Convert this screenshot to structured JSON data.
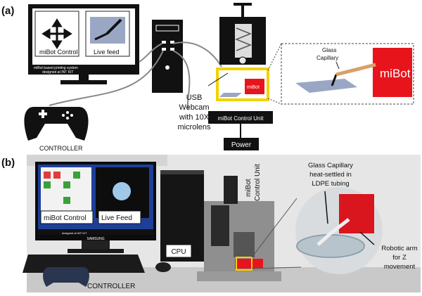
{
  "panel_a": {
    "label": "(a)",
    "monitor": {
      "left_pane_label": "miBot Control",
      "right_pane_label": "Live feed",
      "footer_line1": "miBot based printing system",
      "footer_line2": "designed at INT KIT"
    },
    "usb_label_line1": "USB",
    "usb_label_line2": "Webcam",
    "usb_label_line3": "with 10X",
    "usb_label_line4": "microlens",
    "controller_label": "CONTROLLER",
    "stage_mibot_label": "miBot",
    "control_unit_label": "miBot Control Unit",
    "power_label": "Power",
    "zoom": {
      "capillary_label_line1": "Glass",
      "capillary_label_line2": "Capillary",
      "mibot_label": "miBot"
    }
  },
  "panel_b": {
    "label": "(b)",
    "screen_left_label": "miBot Control",
    "screen_right_label": "Live Feed",
    "monitor_brand": "SAMSUNG",
    "monitor_footer": "designed at INT KIT",
    "cpu_label": "CPU",
    "controller_label": "CONTROLLER",
    "control_unit_line1": "miBot",
    "control_unit_line2": "Control Unit",
    "capillary_line1": "Glass Capillary",
    "capillary_line2": "heat-settled in",
    "capillary_line3": "LDPE tubing",
    "arm_line1": "Robotic arm",
    "arm_line2": "for Z",
    "arm_line3": "movement"
  },
  "colors": {
    "mibot_red": "#e8141c",
    "highlight_yellow": "#f2d200",
    "dark": "#111111"
  }
}
